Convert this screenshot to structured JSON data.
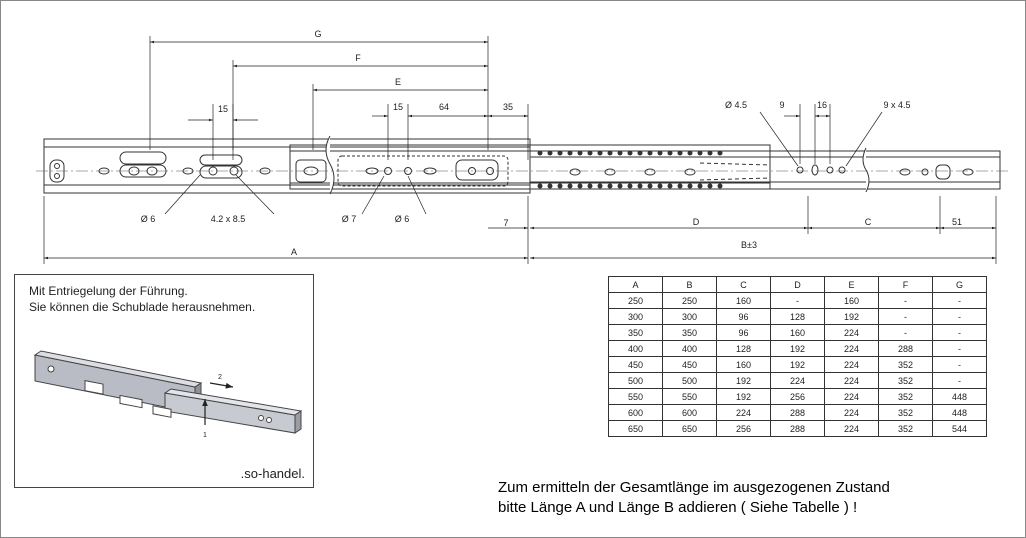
{
  "drawing": {
    "dimension_labels": {
      "A": "A",
      "B": "B±3",
      "C": "C",
      "D": "D",
      "E": "E",
      "F": "F",
      "G": "G",
      "d15_left": "15",
      "d15_mid": "15",
      "d64": "64",
      "d35": "35",
      "d7": "7",
      "d51": "51",
      "d9": "9",
      "d16": "16",
      "hole_45": "Ø 4.5",
      "holes_9x45": "9 x 4.5",
      "hole_6_left": "Ø 6",
      "slot_42x85": "4.2 x 8.5",
      "hole_7": "Ø 7",
      "hole_6_mid": "Ø 6"
    }
  },
  "inset": {
    "line1": "Mit Entriegelung der Führung.",
    "line2": "Sie können die Schublade herausnehmen.",
    "brand": ".so-handel.",
    "callout_1": "1",
    "callout_2": "2"
  },
  "table": {
    "headers": [
      "A",
      "B",
      "C",
      "D",
      "E",
      "F",
      "G"
    ],
    "rows": [
      [
        "250",
        "250",
        "160",
        "-",
        "160",
        "-",
        "-"
      ],
      [
        "300",
        "300",
        "96",
        "128",
        "192",
        "-",
        "-"
      ],
      [
        "350",
        "350",
        "96",
        "160",
        "224",
        "-",
        "-"
      ],
      [
        "400",
        "400",
        "128",
        "192",
        "224",
        "288",
        "-"
      ],
      [
        "450",
        "450",
        "160",
        "192",
        "224",
        "352",
        "-"
      ],
      [
        "500",
        "500",
        "192",
        "224",
        "224",
        "352",
        "-"
      ],
      [
        "550",
        "550",
        "192",
        "256",
        "224",
        "352",
        "448"
      ],
      [
        "600",
        "600",
        "224",
        "288",
        "224",
        "352",
        "448"
      ],
      [
        "650",
        "650",
        "256",
        "288",
        "224",
        "352",
        "544"
      ]
    ]
  },
  "note": {
    "line1": "Zum ermitteln der Gesamtlänge im ausgezogenen Zustand",
    "line2": "bitte Länge A und Länge B addieren ( Siehe Tabelle ) !"
  }
}
